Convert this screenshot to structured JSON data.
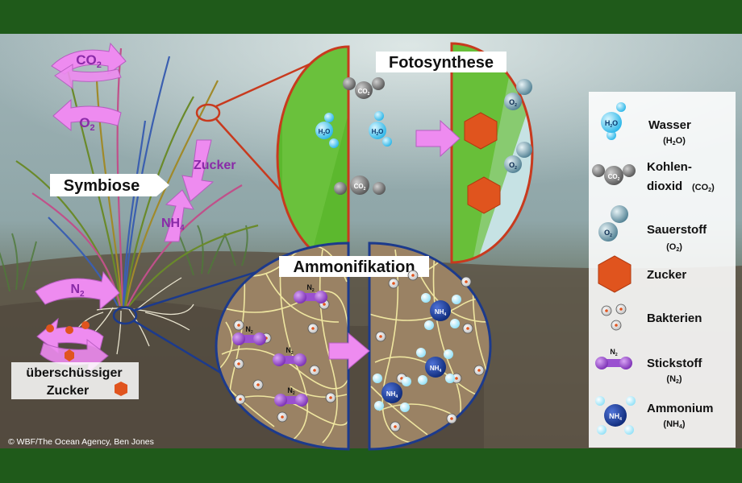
{
  "titles": {
    "photosynthesis": "Fotosynthese",
    "ammonification": "Ammonifikation",
    "symbiosis": "Symbiose"
  },
  "arrows": {
    "co2": "CO",
    "co2_sub": "2",
    "o2": "O",
    "o2_sub": "2",
    "sugar": "Zucker",
    "nh4": "NH",
    "nh4_sub": "4",
    "n2": "N",
    "n2_sub": "2"
  },
  "excess": {
    "line1": "überschüssiger",
    "line2": "Zucker"
  },
  "molecule_labels": {
    "h2o": "H",
    "h2o_sub": "2",
    "h2o_o": "O",
    "co2": "CO",
    "co2_sub": "2",
    "o2": "O",
    "o2_sub": "2",
    "n2": "N",
    "n2_sub": "2",
    "nh4": "NH",
    "nh4_sub": "4"
  },
  "legend": {
    "items": [
      {
        "name": "Wasser",
        "formula": "(H",
        "formula_sub": "2",
        "formula_end": "O)"
      },
      {
        "name": "Kohlen-",
        "name2": "dioxid",
        "formula": "(CO",
        "formula_sub": "2",
        "formula_end": ")"
      },
      {
        "name": "Sauerstoff",
        "formula": "(O",
        "formula_sub": "2",
        "formula_end": ")"
      },
      {
        "name": "Zucker"
      },
      {
        "name": "Bakterien"
      },
      {
        "name": "Stickstoff",
        "formula": "(N",
        "formula_sub": "2",
        "formula_end": ")"
      },
      {
        "name": "Ammonium",
        "formula": "(NH",
        "formula_sub": "4",
        "formula_end": ")"
      }
    ]
  },
  "credit": "© WBF/The Ocean Agency, Ben Jones",
  "colors": {
    "frame": "#1f5a1a",
    "magenta": "#ee8bf0",
    "purple_text": "#8a2aa8",
    "leaf_green": "#55b52a",
    "sediment": "#8a7458",
    "red_outline": "#c83a1e",
    "blue_outline": "#1c3a8c",
    "sugar": "#e0541e",
    "water": "#37c6f0",
    "ammonium": "#1b3f99",
    "nitrogen": "#8a3fc0"
  }
}
